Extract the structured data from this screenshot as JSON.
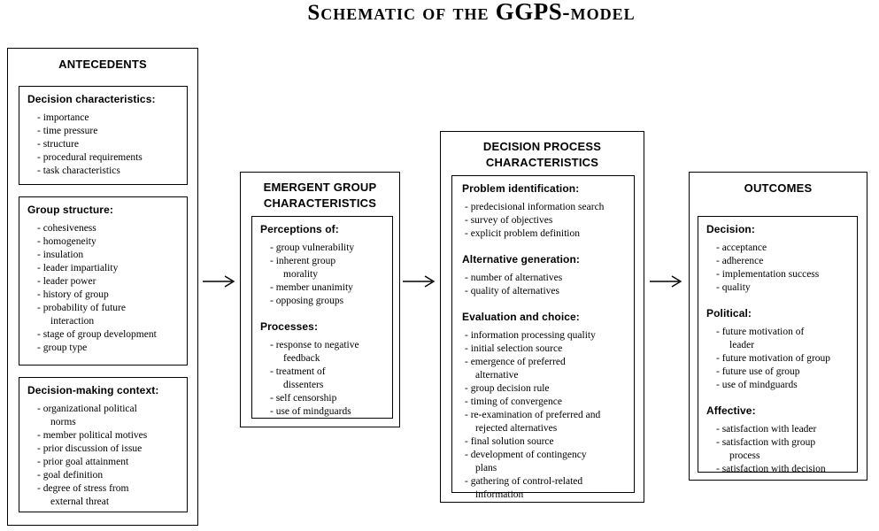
{
  "title": {
    "part1": "Schematic of the ",
    "part2": "GGPS",
    "part3": "-model"
  },
  "colors": {
    "background": "#ffffff",
    "border": "#000000",
    "text": "#000000"
  },
  "columns": [
    {
      "header": "ANTECEDENTS",
      "sections": [
        {
          "heading": "Decision characteristics:",
          "items": [
            "- importance",
            "- time pressure",
            "- structure",
            "- procedural requirements",
            "- task characteristics"
          ]
        },
        {
          "heading": "Group structure:",
          "items": [
            "- cohesiveness",
            "- homogeneity",
            "- insulation",
            "- leader impartiality",
            "- leader power",
            "- history of group",
            "- probability of future\ninteraction",
            "- stage of group development",
            "- group type"
          ]
        },
        {
          "heading": "Decision-making context:",
          "items": [
            "- organizational political\nnorms",
            "- member political motives",
            "- prior discussion of issue",
            "- prior goal attainment",
            "- goal definition",
            "- degree of stress from\nexternal threat"
          ]
        }
      ]
    },
    {
      "header": "EMERGENT GROUP\nCHARACTERISTICS",
      "sections": [
        {
          "heading": "Perceptions of:",
          "items": [
            "- group vulnerability",
            "- inherent group\nmorality",
            "- member unanimity",
            "- opposing groups"
          ]
        },
        {
          "heading": "Processes:",
          "items": [
            "- response to negative\nfeedback",
            "- treatment of\ndissenters",
            "- self censorship",
            "- use of mindguards"
          ]
        }
      ]
    },
    {
      "header": "DECISION PROCESS\nCHARACTERISTICS",
      "sections": [
        {
          "heading": "Problem identification:",
          "items": [
            "- predecisional information search",
            "- survey of objectives",
            "- explicit problem definition"
          ]
        },
        {
          "heading": "Alternative generation:",
          "items": [
            "- number of alternatives",
            "- quality of alternatives"
          ]
        },
        {
          "heading": "Evaluation and choice:",
          "items": [
            "- information processing quality",
            "- initial selection source",
            "- emergence of preferred\nalternative",
            "- group decision rule",
            "- timing of convergence",
            "- re-examination of preferred and\nrejected alternatives",
            "- final solution source",
            "- development of contingency\nplans",
            "- gathering of control-related\ninformation"
          ]
        }
      ]
    },
    {
      "header": "OUTCOMES",
      "sections": [
        {
          "heading": "Decision:",
          "items": [
            "- acceptance",
            "- adherence",
            "- implementation success",
            "- quality"
          ]
        },
        {
          "heading": "Political:",
          "items": [
            "- future motivation of\nleader",
            "- future motivation of group",
            "- future use of group",
            "- use of mindguards"
          ]
        },
        {
          "heading": "Affective:",
          "items": [
            "- satisfaction with leader",
            "- satisfaction with group\nprocess",
            "- satisfaction with decision"
          ]
        }
      ]
    }
  ]
}
